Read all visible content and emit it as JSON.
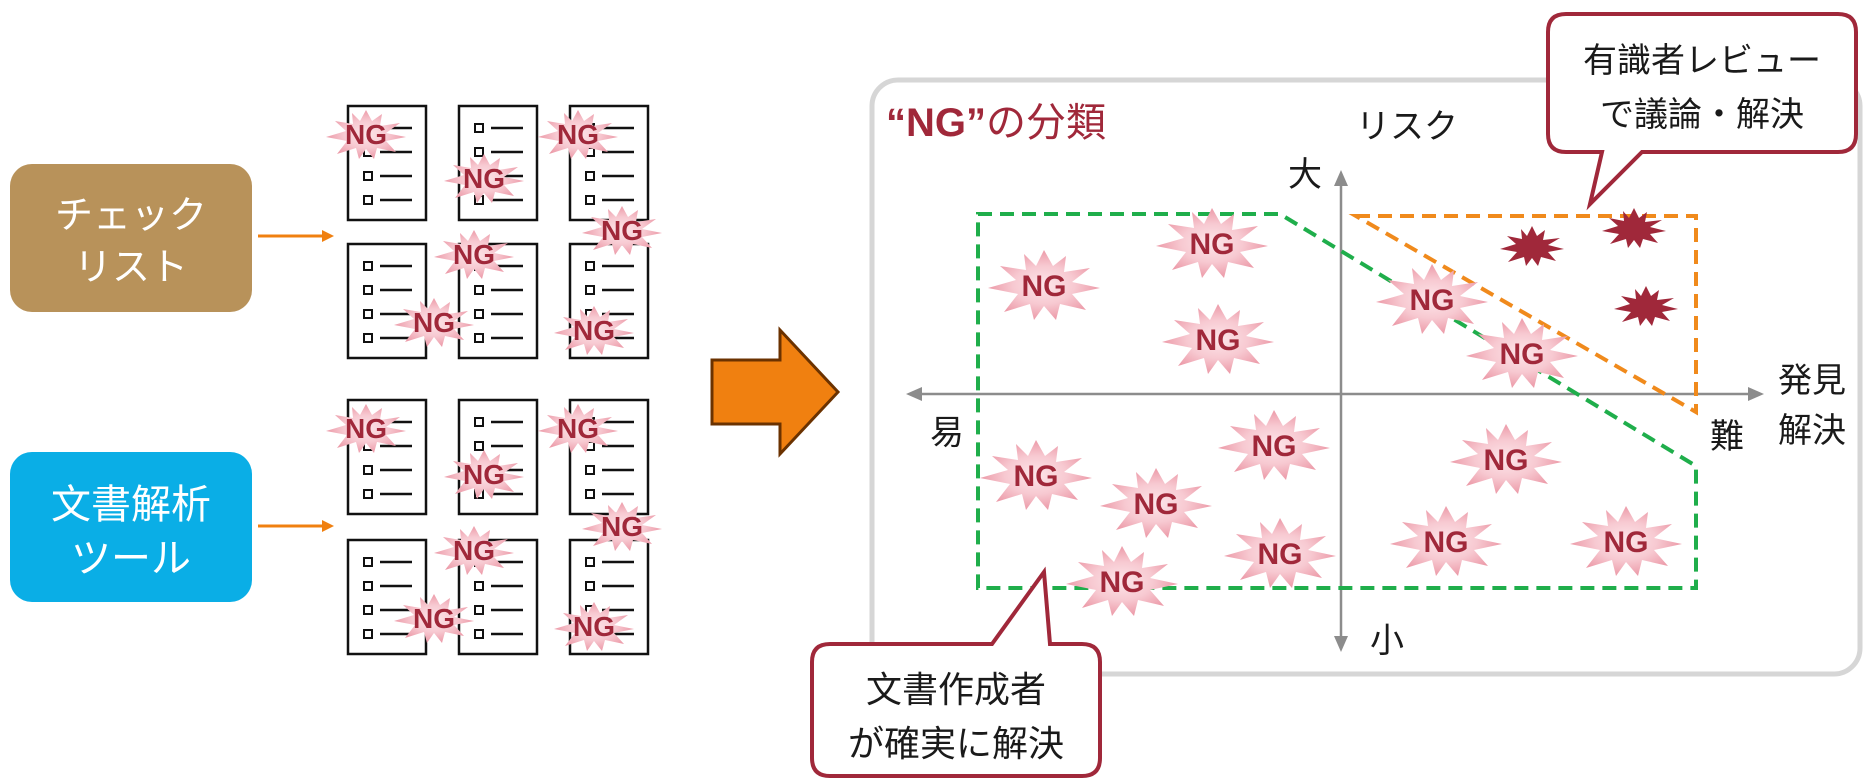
{
  "left": {
    "boxes": [
      {
        "lines": [
          "チェック",
          "リスト"
        ],
        "color": "#b8925a"
      },
      {
        "lines": [
          "文書解析",
          "ツール"
        ],
        "color": "#0aaee6"
      }
    ]
  },
  "ng_label": "NG",
  "panel": {
    "title_quote_open": "“",
    "title_ng": "NG",
    "title_quote_close": "”",
    "title_rest": "の分類"
  },
  "axes": {
    "y_label": "リスク",
    "y_top": "大",
    "y_bottom": "小",
    "x_left": "易",
    "x_right": "難",
    "x_title_lines": [
      "発見",
      "解決"
    ]
  },
  "callouts": {
    "expert": {
      "lines": [
        "有識者レビュー",
        "で議論・解決"
      ]
    },
    "author": {
      "lines": [
        "文書作成者",
        "が確実に解決"
      ]
    }
  },
  "colors": {
    "ng_red": "#a0283a",
    "green_zone": "#1fae4b",
    "orange_zone": "#f08a1c",
    "arrow_orange": "#f08010",
    "callout_border": "#a0283a"
  }
}
